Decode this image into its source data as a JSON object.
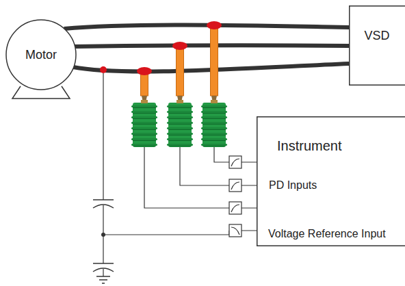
{
  "diagram": {
    "nodes": [
      {
        "text": [
          "Motor"
        ]
      },
      {
        "text": [
          "VSD"
        ]
      },
      {
        "text": [
          "Instrument"
        ]
      }
    ],
    "edges": [
      {
        "from": 0,
        "to": 1,
        "arrow": "none"
      },
      {
        "from": 0,
        "to": 1,
        "arrow": "none"
      },
      {
        "from": 0,
        "to": 1,
        "arrow": "none"
      }
    ],
    "labels": [
      "PD Inputs",
      "Voltage Reference Input"
    ]
  }
}
